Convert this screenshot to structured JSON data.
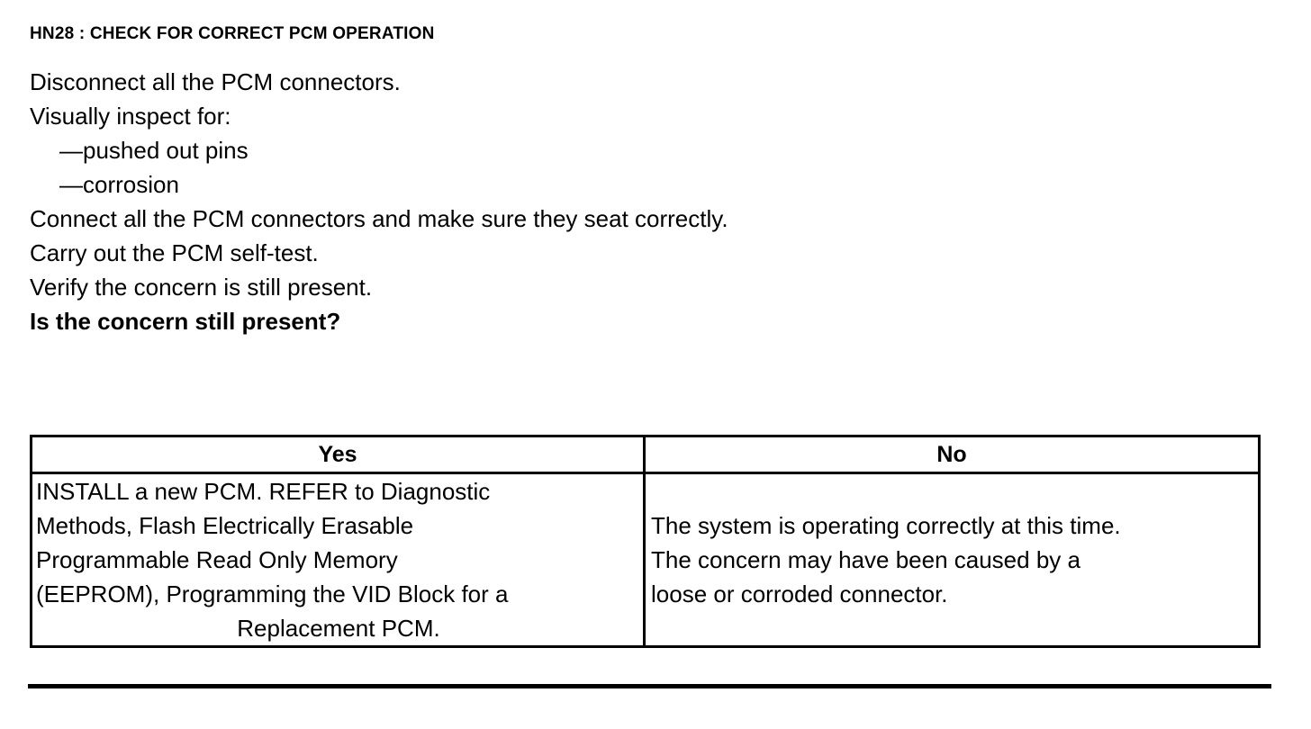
{
  "document": {
    "title": "HN28 : CHECK FOR CORRECT PCM OPERATION",
    "steps": [
      {
        "text": "Disconnect all the PCM connectors.",
        "bold": false,
        "indent": false
      },
      {
        "text": "Visually inspect for:",
        "bold": false,
        "indent": false
      },
      {
        "text": "—pushed out pins",
        "bold": false,
        "indent": true
      },
      {
        "text": "—corrosion",
        "bold": false,
        "indent": true
      },
      {
        "text": "Connect all the PCM connectors and make sure they seat correctly.",
        "bold": false,
        "indent": false
      },
      {
        "text": "Carry out the PCM self-test.",
        "bold": false,
        "indent": false
      },
      {
        "text": "Verify the concern is still present.",
        "bold": false,
        "indent": false
      },
      {
        "text": "Is the concern still present?",
        "bold": true,
        "indent": false
      }
    ],
    "decision_table": {
      "headers": [
        "Yes",
        "No"
      ],
      "yes_lines": [
        "INSTALL a new PCM. REFER to Diagnostic",
        "Methods, Flash Electrically Erasable",
        "Programmable Read Only Memory",
        "(EEPROM), Programming the VID Block for a",
        "Replacement PCM."
      ],
      "no_lines": [
        "The system is operating correctly at this time.",
        "The concern may have been caused by a",
        "loose or corroded connector."
      ]
    },
    "colors": {
      "ink": "#000000",
      "paper": "#ffffff"
    }
  }
}
